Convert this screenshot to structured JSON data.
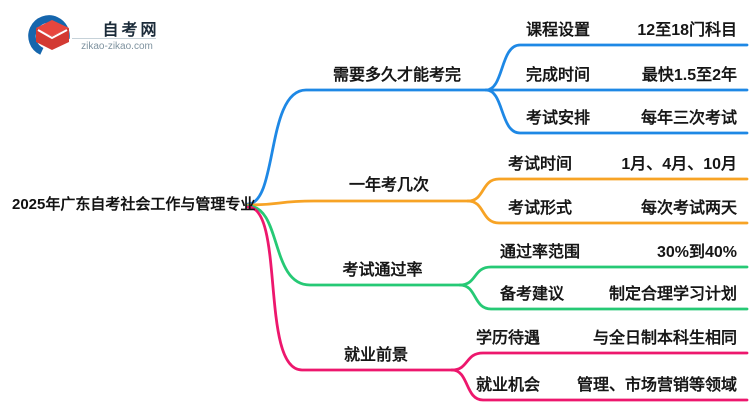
{
  "logo": {
    "title": "自考网",
    "domain": "zikao-zikao.com",
    "icon": "graduation-cap-icon",
    "colors": {
      "crescent": "#1566ad",
      "cap": "#e8463e",
      "cap_dark": "#d33a33"
    }
  },
  "central": {
    "title": "2025年广东自考社会工作与管理专业"
  },
  "branches": [
    {
      "label": "需要多久才能考完",
      "color": "#1E88E5",
      "rows": [
        {
          "label": "课程设置",
          "value": "12至18门科目"
        },
        {
          "label": "完成时间",
          "value": "最快1.5至2年"
        },
        {
          "label": "考试安排",
          "value": "每年三次考试"
        }
      ]
    },
    {
      "label": "一年考几次",
      "color": "#F7A325",
      "rows": [
        {
          "label": "考试时间",
          "value": "1月、4月、10月"
        },
        {
          "label": "考试形式",
          "value": "每次考试两天"
        }
      ]
    },
    {
      "label": "考试通过率",
      "color": "#26C975",
      "rows": [
        {
          "label": "通过率范围",
          "value": "30%到40%"
        },
        {
          "label": "备考建议",
          "value": "制定合理学习计划"
        }
      ]
    },
    {
      "label": "就业前景",
      "color": "#ED176D",
      "rows": [
        {
          "label": "学历待遇",
          "value": "与全日制本科生相同"
        },
        {
          "label": "就业机会",
          "value": "管理、市场营销等领域"
        }
      ]
    }
  ]
}
